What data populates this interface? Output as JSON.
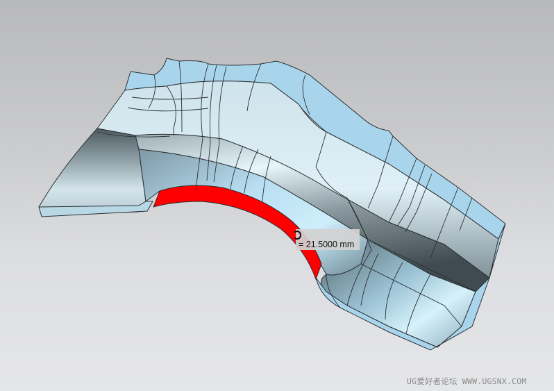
{
  "viewport": {
    "background_top": "#b8b9bb",
    "background_bottom": "#e5e6e8"
  },
  "model": {
    "surface_color": "#a9d5ec",
    "surface_shaded_dark": "#4c5a60",
    "edge_color": "#2a2f33",
    "selected_face_color": "#ff0000",
    "selected_face": "fillet-face"
  },
  "measurement": {
    "icon": "radius-icon",
    "label": "= 21.5000 mm",
    "value": 21.5,
    "unit": "mm"
  },
  "watermark": {
    "text": "UG爱好者论坛 WWW.UGSNX.COM"
  }
}
